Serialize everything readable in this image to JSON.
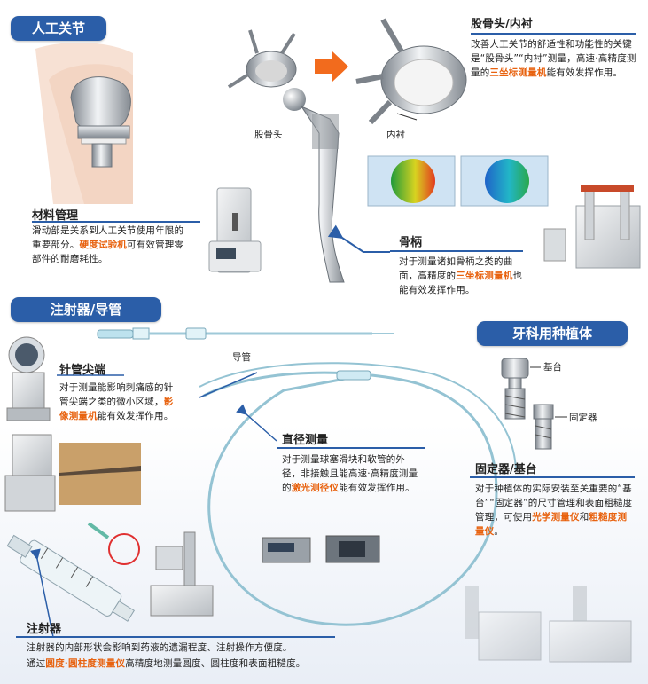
{
  "sections": {
    "joint": "人工关节",
    "syringe_tube": "注射器/导管",
    "dental": "牙科用种植体"
  },
  "femoral_head_liner": {
    "title": "股骨头/内衬",
    "desc_before": "改善人工关节的舒适性和功能性的关键是“股骨头”“内衬”测量，高速·高精度测量的",
    "highlight": "三坐标测量机",
    "desc_after": "能有效发挥作用。"
  },
  "material_management": {
    "title": "材料管理",
    "desc_before": "滑动部是关系到人工关节使用年限的重要部分。",
    "highlight": "硬度试验机",
    "desc_after": "可有效管理零部件的耐磨耗性。"
  },
  "stem": {
    "title": "骨柄",
    "desc_before": "对于测量诸如骨柄之类的曲面，高精度的",
    "highlight": "三坐标测量机",
    "desc_after": "也能有效发挥作用。"
  },
  "needle_tip": {
    "title": "针管尖端",
    "desc_before": "对于测量能影响刺痛感的针管尖端之类的微小区域，",
    "highlight": "影像测量机",
    "desc_after": "能有效发挥作用。"
  },
  "diameter": {
    "title": "直径测量",
    "desc_before": "对于测量球塞滑块和软管的外径，非接触且能高速·高精度测量的",
    "highlight": "激光测径仪",
    "desc_after": "能有效发挥作用。"
  },
  "fixture_abutment": {
    "title": "固定器/基台",
    "desc_before": "对于种植体的实际安装至关重要的“基台”“固定器”的尺寸管理和表面粗糙度管理，可使用",
    "highlight1": "光学测量仪",
    "mid": "和",
    "highlight2": "粗糙度测量仪",
    "desc_after": "。"
  },
  "syringe": {
    "title": "注射器",
    "line1": "注射器的内部形状会影响到药液的遗漏程度、注射操作方便度。",
    "line2_before": "通过",
    "highlight": "圆度·圆柱度测量仪",
    "line2_after": "高精度地测量圆度、圆柱度和表面粗糙度。"
  },
  "labels": {
    "femoral_head": "股骨头",
    "liner": "内衬",
    "catheter": "导管",
    "abutment": "基台",
    "fixture": "固定器"
  },
  "colors": {
    "accent_blue": "#2b5ea8",
    "highlight_orange": "#e8620f",
    "arrow_orange": "#f26b1d"
  }
}
